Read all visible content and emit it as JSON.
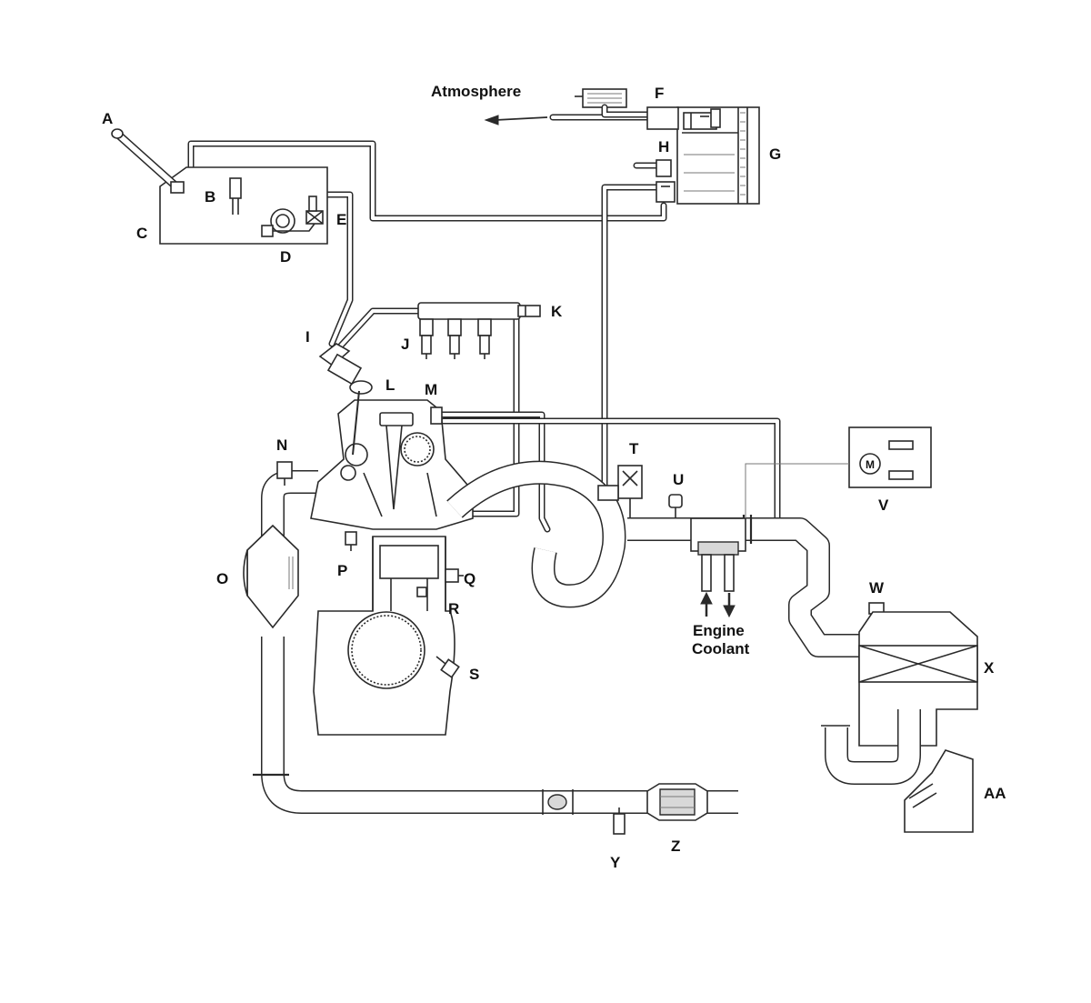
{
  "labels": {
    "A": "A",
    "B": "B",
    "C": "C",
    "D": "D",
    "E": "E",
    "F": "F",
    "G": "G",
    "H": "H",
    "I": "I",
    "J": "J",
    "K": "K",
    "L": "L",
    "M": "M",
    "N": "N",
    "O": "O",
    "P": "P",
    "Q": "Q",
    "R": "R",
    "S": "S",
    "T": "T",
    "U": "U",
    "V": "V",
    "W": "W",
    "X": "X",
    "Y": "Y",
    "Z": "Z",
    "AA": "AA"
  },
  "annotations": {
    "atmosphere": "Atmosphere",
    "engine_coolant_line1": "Engine",
    "engine_coolant_line2": "Coolant",
    "motor_symbol": "M"
  }
}
